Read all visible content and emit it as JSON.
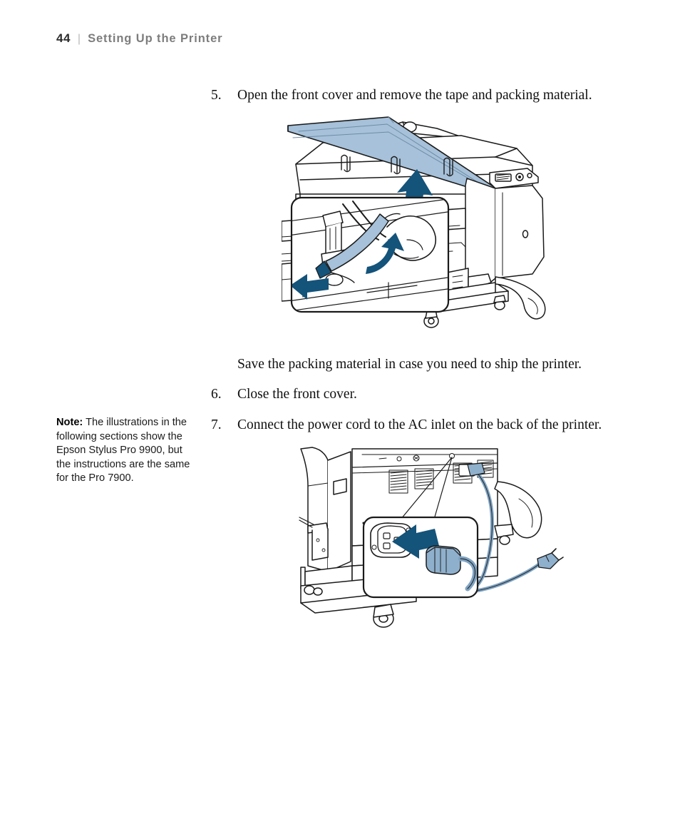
{
  "header": {
    "page_number": "44",
    "separator": "|",
    "section_title": "Setting Up the Printer"
  },
  "sidenote": {
    "label": "Note:",
    "text": " The illustrations in the following sections show the Epson Stylus Pro 9900, but the instructions are the same for the Pro 7900."
  },
  "steps": [
    {
      "number": "5.",
      "text": "Open the front cover and remove the tape and packing material."
    },
    {
      "number": "6.",
      "text": "Close the front cover."
    },
    {
      "number": "7.",
      "text": "Connect the power cord to the AC inlet on the back of the printer."
    }
  ],
  "paragraphs": {
    "save_packing": "Save the packing material in case you need to ship the printer."
  },
  "figures": [
    {
      "id": "figure-front-cover",
      "caption": "",
      "description": "Epson Stylus Pro 9900 wide-format printer with the front cover raised, an upward arrow indicating the cover opening, and a magnified inset showing a hand pulling the blue packing tape out of the carriage area."
    },
    {
      "id": "figure-power-cord",
      "caption": "",
      "description": "Rear view of the printer on its stand with a magnified inset of the AC inlet and the power cord connector, with an arrow showing the plug being inserted."
    }
  ],
  "colors": {
    "page_number": "#2b2b2b",
    "section_title": "#7d7d7d",
    "separator": "#b9b9b9",
    "body_text": "#101010",
    "line_art": "#1a1a1a",
    "arrow_navy": "#14537a",
    "tint_blue": "#a6c1d9",
    "plug_blue": "#8fb0cc",
    "cord_blue": "#7fa3c2"
  }
}
